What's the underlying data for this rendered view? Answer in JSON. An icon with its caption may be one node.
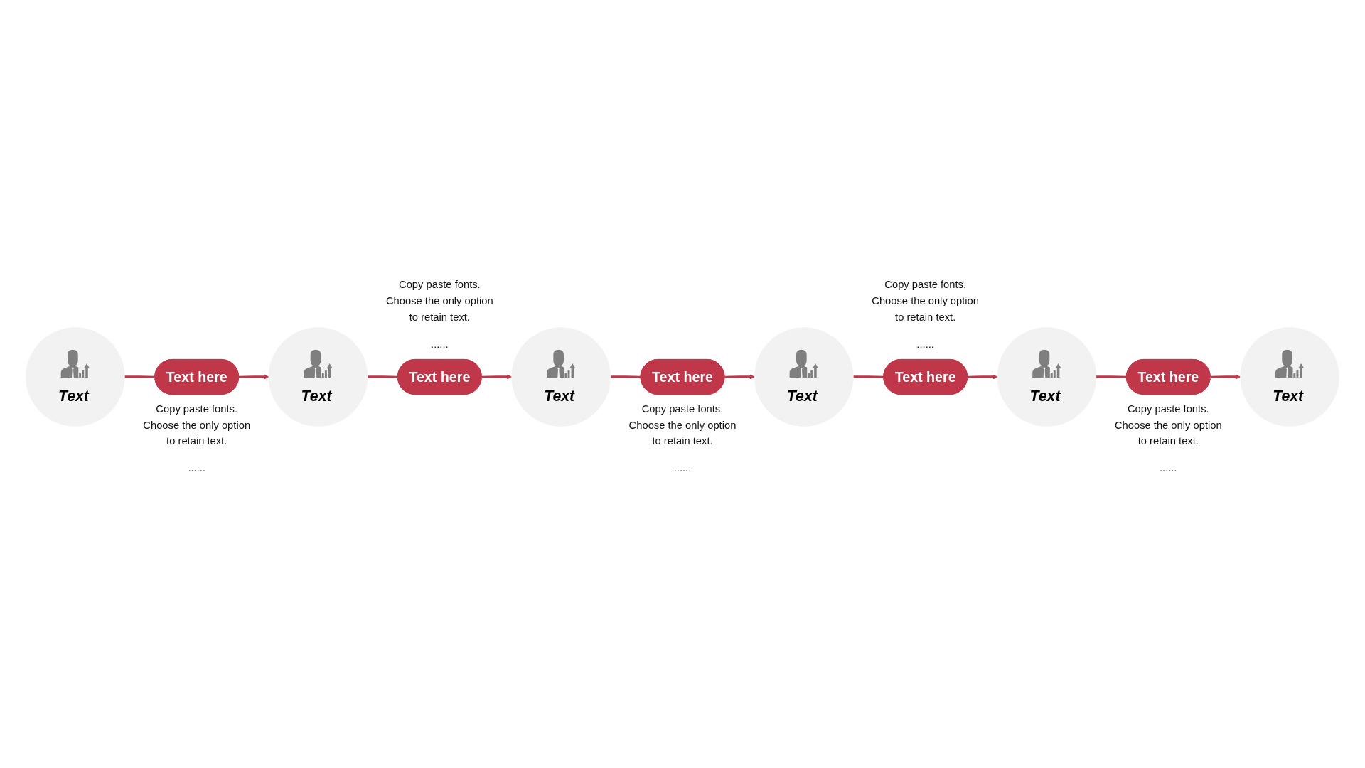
{
  "diagram": {
    "nodes": [
      {
        "text": [
          "Text"
        ]
      },
      {
        "text": [
          "Text here"
        ],
        "beside": [
          "Copy paste fonts. Choose the only option to retain text.",
          "......"
        ]
      },
      {
        "text": [
          "Text"
        ]
      },
      {
        "text": [
          "Text here"
        ],
        "beside": [
          "Copy paste fonts. Choose the only option to retain text.",
          "......"
        ]
      },
      {
        "text": [
          "Text"
        ]
      },
      {
        "text": [
          "Text here"
        ],
        "beside": [
          "Copy paste fonts. Choose the only option to retain text.",
          "......"
        ]
      },
      {
        "text": [
          "Text"
        ]
      },
      {
        "text": [
          "Text here"
        ],
        "beside": [
          "Copy paste fonts. Choose the only option to retain text.",
          "......"
        ]
      },
      {
        "text": [
          "Text"
        ]
      },
      {
        "text": [
          "Text here"
        ],
        "beside": [
          "Copy paste fonts. Choose the only option to retain text.",
          "......"
        ]
      },
      {
        "text": [
          "Text"
        ]
      }
    ],
    "edges": [
      {
        "from": 0,
        "to": 1,
        "arrow": "none"
      },
      {
        "from": 1,
        "to": 2,
        "arrow": "to"
      },
      {
        "from": 2,
        "to": 3,
        "arrow": "none"
      },
      {
        "from": 3,
        "to": 4,
        "arrow": "to"
      },
      {
        "from": 4,
        "to": 5,
        "arrow": "none"
      },
      {
        "from": 5,
        "to": 6,
        "arrow": "to"
      },
      {
        "from": 6,
        "to": 7,
        "arrow": "none"
      },
      {
        "from": 7,
        "to": 8,
        "arrow": "to"
      },
      {
        "from": 8,
        "to": 9,
        "arrow": "none"
      },
      {
        "from": 9,
        "to": 10,
        "arrow": "to"
      }
    ]
  }
}
